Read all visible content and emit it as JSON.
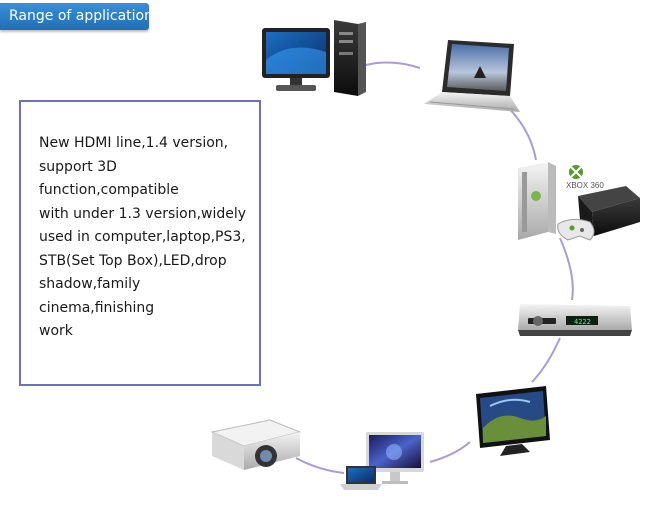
{
  "header": {
    "title": "Range of application"
  },
  "description": {
    "lines": [
      "New HDMI line,1.4 version,",
      "support 3D function,compatible",
      "with under 1.3 version,widely",
      "used in computer,laptop,PS3,",
      "STB(Set Top Box),LED,drop",
      "shadow,family cinema,finishing",
      "work"
    ]
  },
  "devices": {
    "xbox_badge": "XBOX 360",
    "stb_display": "4222"
  },
  "colors": {
    "header_bg": "#2a7fc6",
    "box_border": "#6e6ec8",
    "cable": "#a99bd8"
  }
}
